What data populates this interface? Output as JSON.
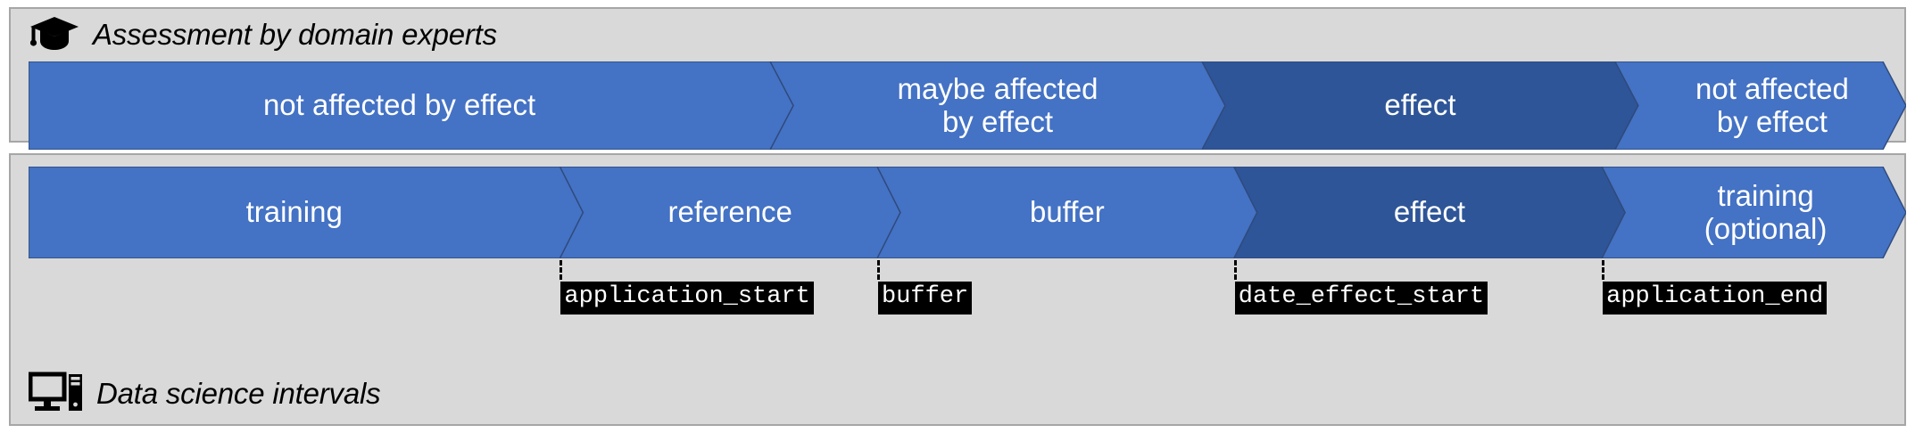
{
  "diagram": {
    "title": "Assessment by domain experts and data science intervals timeline",
    "colors": {
      "panel_background": "#d9d9d9",
      "panel_border": "#a6a6a6",
      "segment_light": "#4472c4",
      "segment_dark": "#2e5597",
      "segment_outline": "#2f4a7c",
      "segment_text": "#ffffff",
      "code_label_background": "#000000",
      "code_label_text": "#ffffff",
      "caption_text": "#000000"
    }
  },
  "panel_experts": {
    "icon": "graduation-cap-icon",
    "caption": "Assessment by domain experts",
    "segments": [
      {
        "label": "not affected by effect",
        "tone": "light",
        "start": 0,
        "end": 0.395
      },
      {
        "label": "maybe affected\nby effect",
        "tone": "light",
        "start": 0.395,
        "end": 0.625
      },
      {
        "label": "effect",
        "tone": "dark",
        "start": 0.625,
        "end": 0.845
      },
      {
        "label": "not affected\nby effect",
        "tone": "light",
        "start": 0.845,
        "end": 1.0
      }
    ]
  },
  "panel_data_science": {
    "icon": "desktop-computer-icon",
    "caption": "Data science intervals",
    "segments": [
      {
        "label": "training",
        "tone": "light",
        "start": 0,
        "end": 0.283
      },
      {
        "label": "reference",
        "tone": "light",
        "start": 0.283,
        "end": 0.452
      },
      {
        "label": "buffer",
        "tone": "light",
        "start": 0.452,
        "end": 0.642
      },
      {
        "label": "effect",
        "tone": "dark",
        "start": 0.642,
        "end": 0.838
      },
      {
        "label": "training\n(optional)",
        "tone": "light",
        "start": 0.838,
        "end": 1.0
      }
    ],
    "markers": [
      {
        "name": "application_start",
        "position": 0.283
      },
      {
        "name": "buffer",
        "position": 0.452
      },
      {
        "name": "date_effect_start",
        "position": 0.642
      },
      {
        "name": "application_end",
        "position": 0.838
      }
    ]
  }
}
